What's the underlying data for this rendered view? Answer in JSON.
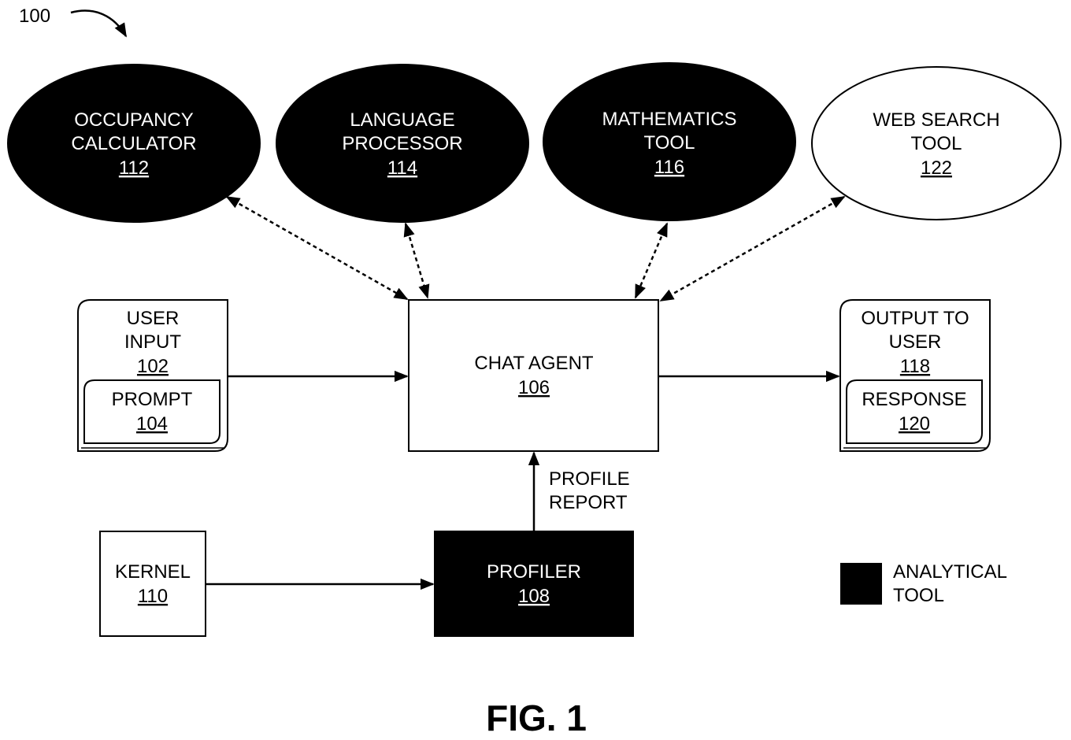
{
  "figure": {
    "ref": "100",
    "caption": "FIG. 1"
  },
  "tools": {
    "occupancy": {
      "line1": "OCCUPANCY",
      "line2": "CALCULATOR",
      "ref": "112"
    },
    "language": {
      "line1": "LANGUAGE",
      "line2": "PROCESSOR",
      "ref": "114"
    },
    "math": {
      "line1": "MATHEMATICS",
      "line2": "TOOL",
      "ref": "116"
    },
    "websearch": {
      "line1": "WEB SEARCH",
      "line2": "TOOL",
      "ref": "122"
    }
  },
  "user_input": {
    "line1": "USER",
    "line2": "INPUT",
    "ref": "102"
  },
  "prompt": {
    "label": "PROMPT",
    "ref": "104"
  },
  "chat_agent": {
    "label": "CHAT AGENT",
    "ref": "106"
  },
  "output": {
    "line1": "OUTPUT TO",
    "line2": "USER",
    "ref": "118"
  },
  "response": {
    "label": "RESPONSE",
    "ref": "120"
  },
  "profile_report": {
    "line1": "PROFILE",
    "line2": "REPORT"
  },
  "kernel": {
    "label": "KERNEL",
    "ref": "110"
  },
  "profiler": {
    "label": "PROFILER",
    "ref": "108"
  },
  "legend": {
    "line1": "ANALYTICAL",
    "line2": "TOOL"
  }
}
